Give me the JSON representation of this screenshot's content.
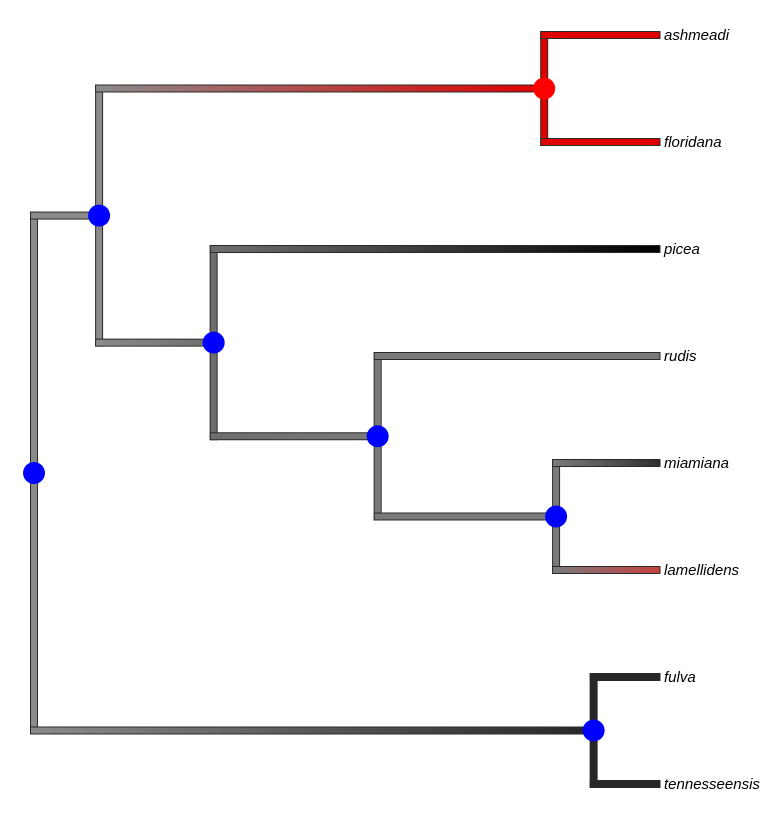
{
  "tree": {
    "tips": [
      {
        "id": "ashmeadi",
        "label": "ashmeadi",
        "color": "#e00000"
      },
      {
        "id": "floridana",
        "label": "floridana",
        "color": "#e00000"
      },
      {
        "id": "picea",
        "label": "picea",
        "color": "#000000"
      },
      {
        "id": "rudis",
        "label": "rudis",
        "color": "#7a7a7a"
      },
      {
        "id": "miamiana",
        "label": "miamiana",
        "color": "#2e2e2e"
      },
      {
        "id": "lamellidens",
        "label": "lamellidens",
        "color": "#c84040"
      },
      {
        "id": "fulva",
        "label": "fulva",
        "color": "#262626"
      },
      {
        "id": "tennesseensis",
        "label": "tennesseensis",
        "color": "#262626"
      }
    ],
    "nodes": [
      {
        "id": "root",
        "color": "#8a8a8a",
        "marker": "#0000ff",
        "children": [
          "n_upper",
          "n_fulva_tenn"
        ]
      },
      {
        "id": "n_upper",
        "color": "#8a8a8a",
        "marker": "#0000ff",
        "children": [
          "n_ash_flo",
          "n_picea_group"
        ]
      },
      {
        "id": "n_ash_flo",
        "color": "#e00000",
        "marker": "#ff0000",
        "children": [
          "ashmeadi",
          "floridana"
        ]
      },
      {
        "id": "n_picea_group",
        "color": "#6e6e6e",
        "marker": "#0000ff",
        "children": [
          "picea",
          "n_rudis_group"
        ]
      },
      {
        "id": "n_rudis_group",
        "color": "#7a7a7a",
        "marker": "#0000ff",
        "children": [
          "rudis",
          "n_mia_lam"
        ]
      },
      {
        "id": "n_mia_lam",
        "color": "#7a7a7a",
        "marker": "#0000ff",
        "children": [
          "miamiana",
          "lamellidens"
        ]
      },
      {
        "id": "n_fulva_tenn",
        "color": "#262626",
        "marker": "#0000ff",
        "children": [
          "fulva",
          "tennesseensis"
        ]
      }
    ],
    "depth": {
      "root": 0,
      "n_upper": 0.104,
      "n_ash_flo": 0.815,
      "n_picea_group": 0.287,
      "n_rudis_group": 0.549,
      "n_mia_lam": 0.834,
      "n_fulva_tenn": 0.894,
      "ashmeadi": 1,
      "floridana": 1,
      "picea": 1,
      "rudis": 1,
      "miamiana": 1,
      "lamellidens": 1,
      "fulva": 1,
      "tennesseensis": 1
    }
  }
}
